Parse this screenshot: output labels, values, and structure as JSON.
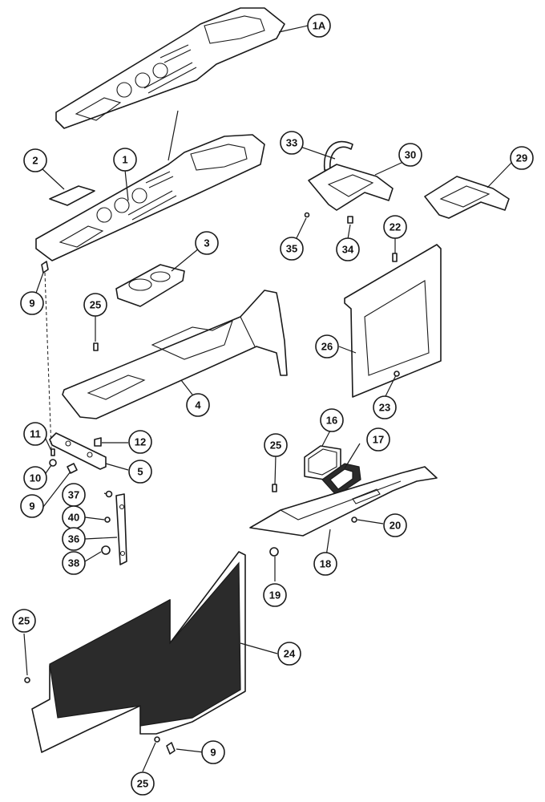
{
  "callouts": [
    {
      "id": "c1A",
      "label": "1A"
    },
    {
      "id": "c2",
      "label": "2"
    },
    {
      "id": "c1",
      "label": "1"
    },
    {
      "id": "c33",
      "label": "33"
    },
    {
      "id": "c30",
      "label": "30"
    },
    {
      "id": "c29",
      "label": "29"
    },
    {
      "id": "c3",
      "label": "3"
    },
    {
      "id": "c35",
      "label": "35"
    },
    {
      "id": "c34",
      "label": "34"
    },
    {
      "id": "c22",
      "label": "22"
    },
    {
      "id": "c9a",
      "label": "9"
    },
    {
      "id": "c25a",
      "label": "25"
    },
    {
      "id": "c26",
      "label": "26"
    },
    {
      "id": "c4",
      "label": "4"
    },
    {
      "id": "c23",
      "label": "23"
    },
    {
      "id": "c16",
      "label": "16"
    },
    {
      "id": "c11",
      "label": "11"
    },
    {
      "id": "c12",
      "label": "12"
    },
    {
      "id": "c17",
      "label": "17"
    },
    {
      "id": "c25b",
      "label": "25"
    },
    {
      "id": "c10",
      "label": "10"
    },
    {
      "id": "c5",
      "label": "5"
    },
    {
      "id": "c9b",
      "label": "9"
    },
    {
      "id": "c37",
      "label": "37"
    },
    {
      "id": "c40",
      "label": "40"
    },
    {
      "id": "c20",
      "label": "20"
    },
    {
      "id": "c36",
      "label": "36"
    },
    {
      "id": "c38",
      "label": "38"
    },
    {
      "id": "c18",
      "label": "18"
    },
    {
      "id": "c19",
      "label": "19"
    },
    {
      "id": "c25c",
      "label": "25"
    },
    {
      "id": "c24",
      "label": "24"
    },
    {
      "id": "c9c",
      "label": "9"
    },
    {
      "id": "c25d",
      "label": "25"
    }
  ]
}
